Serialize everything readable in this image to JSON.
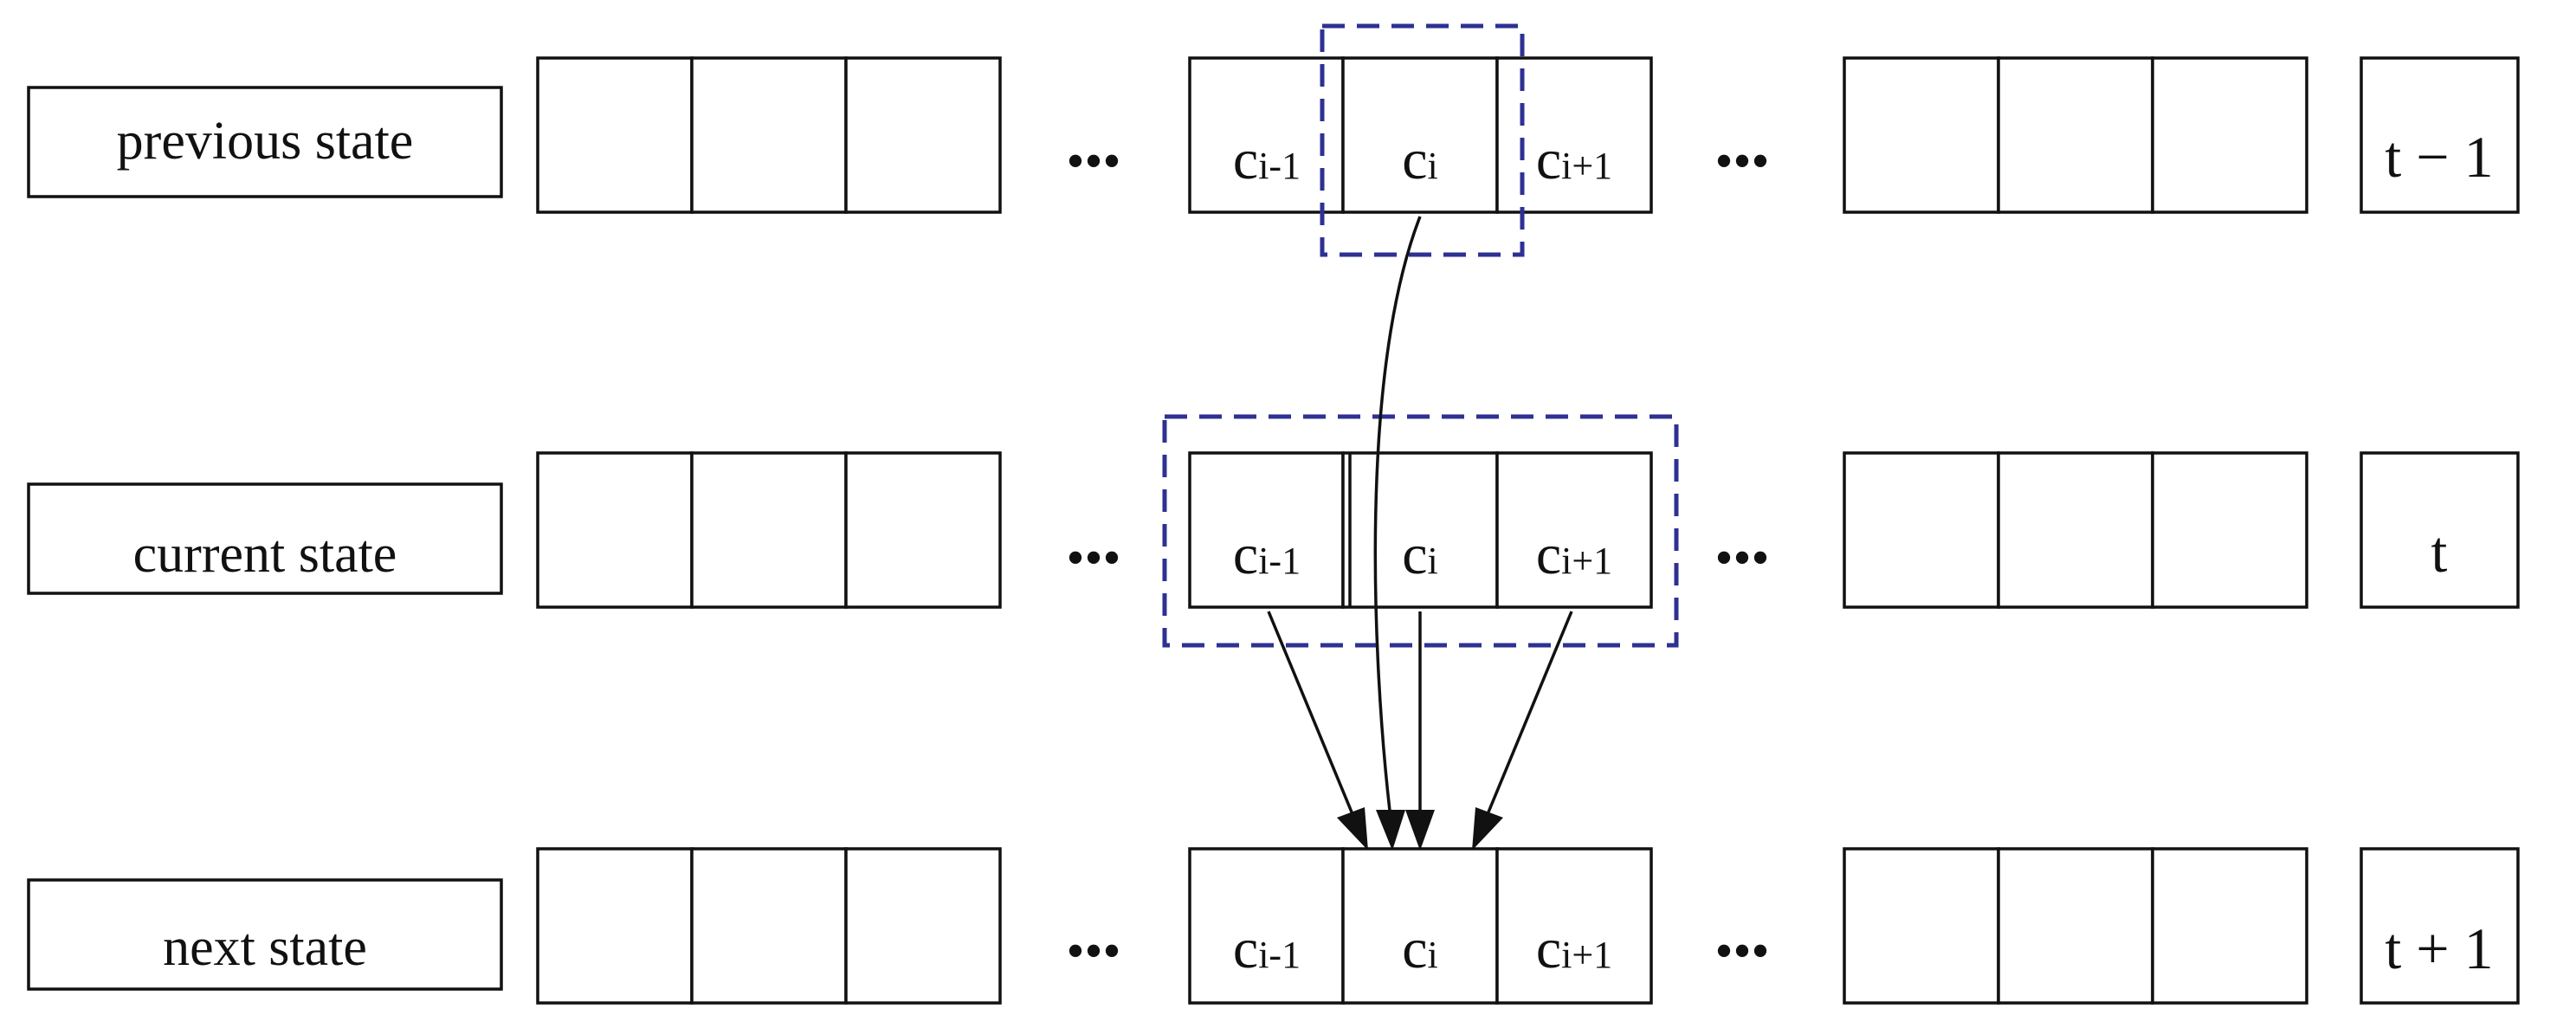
{
  "rows": [
    {
      "state_label": "previous state",
      "time_label": "t − 1",
      "cells": [
        {
          "base": "c",
          "sub": "i-1"
        },
        {
          "base": "c",
          "sub": "i"
        },
        {
          "base": "c",
          "sub": "i+1"
        }
      ]
    },
    {
      "state_label": "current state",
      "time_label": "t",
      "cells": [
        {
          "base": "c",
          "sub": "i-1"
        },
        {
          "base": "c",
          "sub": "i"
        },
        {
          "base": "c",
          "sub": "i+1"
        }
      ]
    },
    {
      "state_label": "next state",
      "time_label": "t + 1",
      "cells": [
        {
          "base": "c",
          "sub": "i-1"
        },
        {
          "base": "c",
          "sub": "i"
        },
        {
          "base": "c",
          "sub": "i+1"
        }
      ]
    }
  ],
  "ellipsis": "•••",
  "colors": {
    "neighborhood_outline": "#2e3192",
    "stroke": "#111111"
  }
}
